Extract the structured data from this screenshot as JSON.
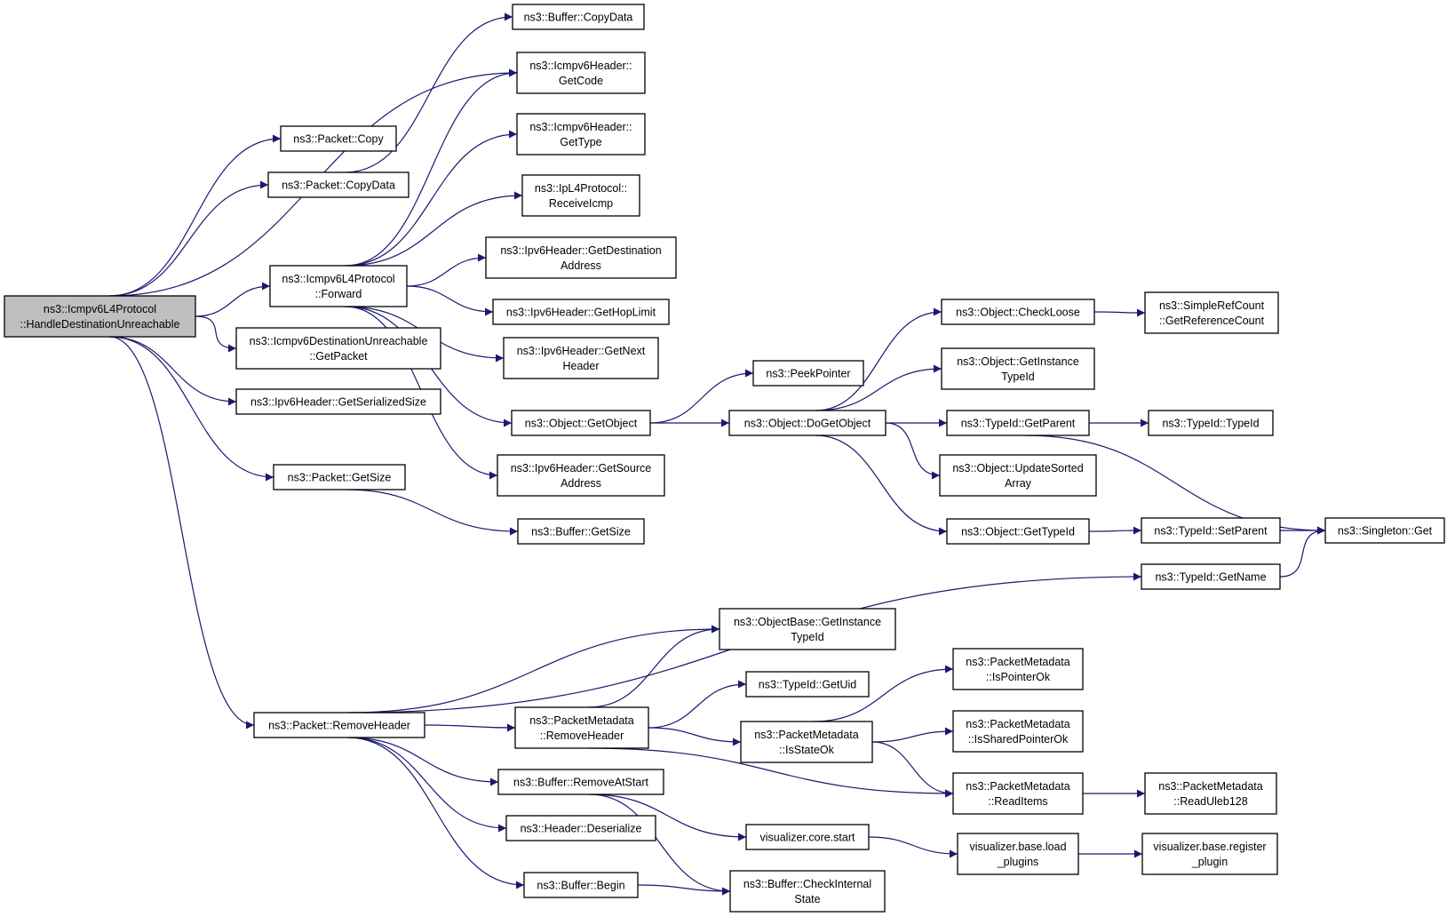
{
  "colors": {
    "edge": "#191970",
    "node_fill": "#ffffff",
    "root_fill": "#bfbfbf",
    "border": "#000000"
  },
  "nodes": [
    {
      "id": "root",
      "lines": [
        "ns3::Icmpv6L4Protocol",
        "::HandleDestinationUnreachable"
      ],
      "highlight": true
    },
    {
      "id": "packet_copy",
      "lines": [
        "ns3::Packet::Copy"
      ]
    },
    {
      "id": "packet_copydata",
      "lines": [
        "ns3::Packet::CopyData"
      ]
    },
    {
      "id": "forward",
      "lines": [
        "ns3::Icmpv6L4Protocol",
        "::Forward"
      ]
    },
    {
      "id": "du_getpacket",
      "lines": [
        "ns3::Icmpv6DestinationUnreachable",
        "::GetPacket"
      ]
    },
    {
      "id": "ipv6_getserializedsize",
      "lines": [
        "ns3::Ipv6Header::GetSerializedSize"
      ]
    },
    {
      "id": "packet_getsize",
      "lines": [
        "ns3::Packet::GetSize"
      ]
    },
    {
      "id": "packet_removeheader",
      "lines": [
        "ns3::Packet::RemoveHeader"
      ]
    },
    {
      "id": "buffer_copydata",
      "lines": [
        "ns3::Buffer::CopyData"
      ]
    },
    {
      "id": "icmpv6_getcode",
      "lines": [
        "ns3::Icmpv6Header::",
        "GetCode"
      ]
    },
    {
      "id": "icmpv6_gettype",
      "lines": [
        "ns3::Icmpv6Header::",
        "GetType"
      ]
    },
    {
      "id": "ipl4_receiveicmp",
      "lines": [
        "ns3::IpL4Protocol::",
        "ReceiveIcmp"
      ]
    },
    {
      "id": "ipv6_getdestination",
      "lines": [
        "ns3::Ipv6Header::GetDestination",
        "Address"
      ]
    },
    {
      "id": "ipv6_gethoplimit",
      "lines": [
        "ns3::Ipv6Header::GetHopLimit"
      ]
    },
    {
      "id": "ipv6_getnextheader",
      "lines": [
        "ns3::Ipv6Header::GetNext",
        "Header"
      ]
    },
    {
      "id": "object_getobject",
      "lines": [
        "ns3::Object::GetObject"
      ]
    },
    {
      "id": "ipv6_getsource",
      "lines": [
        "ns3::Ipv6Header::GetSource",
        "Address"
      ]
    },
    {
      "id": "buffer_getsize",
      "lines": [
        "ns3::Buffer::GetSize"
      ]
    },
    {
      "id": "peekpointer",
      "lines": [
        "ns3::PeekPointer"
      ]
    },
    {
      "id": "object_dogetobject",
      "lines": [
        "ns3::Object::DoGetObject"
      ]
    },
    {
      "id": "object_checkloose",
      "lines": [
        "ns3::Object::CheckLoose"
      ]
    },
    {
      "id": "simplerefcount",
      "lines": [
        "ns3::SimpleRefCount",
        "::GetReferenceCount"
      ]
    },
    {
      "id": "object_getinstancetypeid",
      "lines": [
        "ns3::Object::GetInstance",
        "TypeId"
      ]
    },
    {
      "id": "typeid_getparent",
      "lines": [
        "ns3::TypeId::GetParent"
      ]
    },
    {
      "id": "typeid_typeid",
      "lines": [
        "ns3::TypeId::TypeId"
      ]
    },
    {
      "id": "object_updatesorted",
      "lines": [
        "ns3::Object::UpdateSorted",
        "Array"
      ]
    },
    {
      "id": "object_gettypeid",
      "lines": [
        "ns3::Object::GetTypeId"
      ]
    },
    {
      "id": "typeid_setparent",
      "lines": [
        "ns3::TypeId::SetParent"
      ]
    },
    {
      "id": "singleton_get",
      "lines": [
        "ns3::Singleton::Get"
      ]
    },
    {
      "id": "typeid_getname",
      "lines": [
        "ns3::TypeId::GetName"
      ]
    },
    {
      "id": "objectbase_getinstancetypeid",
      "lines": [
        "ns3::ObjectBase::GetInstance",
        "TypeId"
      ]
    },
    {
      "id": "typeid_getuid",
      "lines": [
        "ns3::TypeId::GetUid"
      ]
    },
    {
      "id": "pm_removeheader",
      "lines": [
        "ns3::PacketMetadata",
        "::RemoveHeader"
      ]
    },
    {
      "id": "pm_ispointerok",
      "lines": [
        "ns3::PacketMetadata",
        "::IsPointerOk"
      ]
    },
    {
      "id": "pm_isstateok",
      "lines": [
        "ns3::PacketMetadata",
        "::IsStateOk"
      ]
    },
    {
      "id": "pm_issharedpointerok",
      "lines": [
        "ns3::PacketMetadata",
        "::IsSharedPointerOk"
      ]
    },
    {
      "id": "pm_readitems",
      "lines": [
        "ns3::PacketMetadata",
        "::ReadItems"
      ]
    },
    {
      "id": "pm_readuleb128",
      "lines": [
        "ns3::PacketMetadata",
        "::ReadUleb128"
      ]
    },
    {
      "id": "buffer_removeatstart",
      "lines": [
        "ns3::Buffer::RemoveAtStart"
      ]
    },
    {
      "id": "header_deserialize",
      "lines": [
        "ns3::Header::Deserialize"
      ]
    },
    {
      "id": "viz_core_start",
      "lines": [
        "visualizer.core.start"
      ]
    },
    {
      "id": "viz_base_load",
      "lines": [
        "visualizer.base.load",
        "_plugins"
      ]
    },
    {
      "id": "viz_base_register",
      "lines": [
        "visualizer.base.register",
        "_plugin"
      ]
    },
    {
      "id": "buffer_begin",
      "lines": [
        "ns3::Buffer::Begin"
      ]
    },
    {
      "id": "buffer_checkinternal",
      "lines": [
        "ns3::Buffer::CheckInternal",
        "State"
      ]
    }
  ],
  "edges": [
    [
      "root",
      "packet_copy"
    ],
    [
      "root",
      "packet_copydata"
    ],
    [
      "root",
      "icmpv6_getcode"
    ],
    [
      "root",
      "forward"
    ],
    [
      "root",
      "du_getpacket"
    ],
    [
      "root",
      "ipv6_getserializedsize"
    ],
    [
      "root",
      "packet_getsize"
    ],
    [
      "root",
      "packet_removeheader"
    ],
    [
      "packet_copydata",
      "buffer_copydata"
    ],
    [
      "forward",
      "icmpv6_getcode"
    ],
    [
      "forward",
      "icmpv6_gettype"
    ],
    [
      "forward",
      "ipl4_receiveicmp"
    ],
    [
      "forward",
      "ipv6_getdestination"
    ],
    [
      "forward",
      "ipv6_gethoplimit"
    ],
    [
      "forward",
      "ipv6_getnextheader"
    ],
    [
      "forward",
      "object_getobject"
    ],
    [
      "forward",
      "ipv6_getsource"
    ],
    [
      "packet_getsize",
      "buffer_getsize"
    ],
    [
      "object_getobject",
      "peekpointer"
    ],
    [
      "object_getobject",
      "object_dogetobject"
    ],
    [
      "object_dogetobject",
      "object_checkloose"
    ],
    [
      "object_dogetobject",
      "object_getinstancetypeid"
    ],
    [
      "object_dogetobject",
      "typeid_getparent"
    ],
    [
      "object_dogetobject",
      "object_updatesorted"
    ],
    [
      "object_dogetobject",
      "object_gettypeid"
    ],
    [
      "object_checkloose",
      "simplerefcount"
    ],
    [
      "typeid_getparent",
      "typeid_typeid"
    ],
    [
      "typeid_getparent",
      "singleton_get"
    ],
    [
      "object_gettypeid",
      "typeid_setparent"
    ],
    [
      "typeid_setparent",
      "singleton_get"
    ],
    [
      "typeid_getname",
      "singleton_get"
    ],
    [
      "packet_removeheader",
      "typeid_getname"
    ],
    [
      "packet_removeheader",
      "objectbase_getinstancetypeid"
    ],
    [
      "packet_removeheader",
      "pm_removeheader"
    ],
    [
      "packet_removeheader",
      "buffer_removeatstart"
    ],
    [
      "packet_removeheader",
      "header_deserialize"
    ],
    [
      "packet_removeheader",
      "buffer_begin"
    ],
    [
      "pm_removeheader",
      "objectbase_getinstancetypeid"
    ],
    [
      "pm_removeheader",
      "typeid_getuid"
    ],
    [
      "pm_removeheader",
      "pm_isstateok"
    ],
    [
      "pm_removeheader",
      "pm_readitems"
    ],
    [
      "pm_isstateok",
      "pm_ispointerok"
    ],
    [
      "pm_isstateok",
      "pm_issharedpointerok"
    ],
    [
      "pm_isstateok",
      "pm_readitems"
    ],
    [
      "pm_readitems",
      "pm_readuleb128"
    ],
    [
      "buffer_removeatstart",
      "viz_core_start"
    ],
    [
      "buffer_removeatstart",
      "buffer_checkinternal"
    ],
    [
      "viz_core_start",
      "viz_base_load"
    ],
    [
      "viz_base_load",
      "viz_base_register"
    ],
    [
      "buffer_begin",
      "buffer_checkinternal"
    ]
  ]
}
